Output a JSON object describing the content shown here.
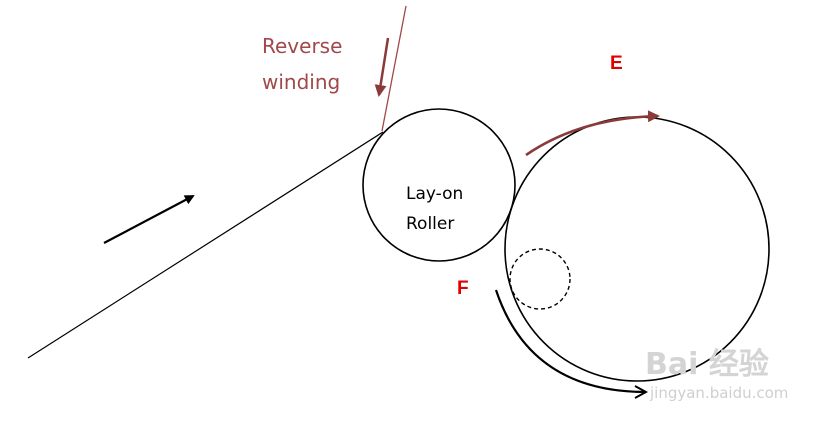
{
  "labels": {
    "reverse_line1": "Reverse",
    "reverse_line2": "winding",
    "layon_line1": "Lay-on",
    "layon_line2": "Roller",
    "e": "E",
    "f": "F"
  },
  "watermark": {
    "brand": "Bai 经验",
    "site": "jingyan.baidu.com"
  },
  "colors": {
    "reverse": "#a0484a",
    "ef_label": "#e00000",
    "stroke": "#000000",
    "e_arrow": "#8b3a3a",
    "watermark": "#d0d0d0"
  }
}
